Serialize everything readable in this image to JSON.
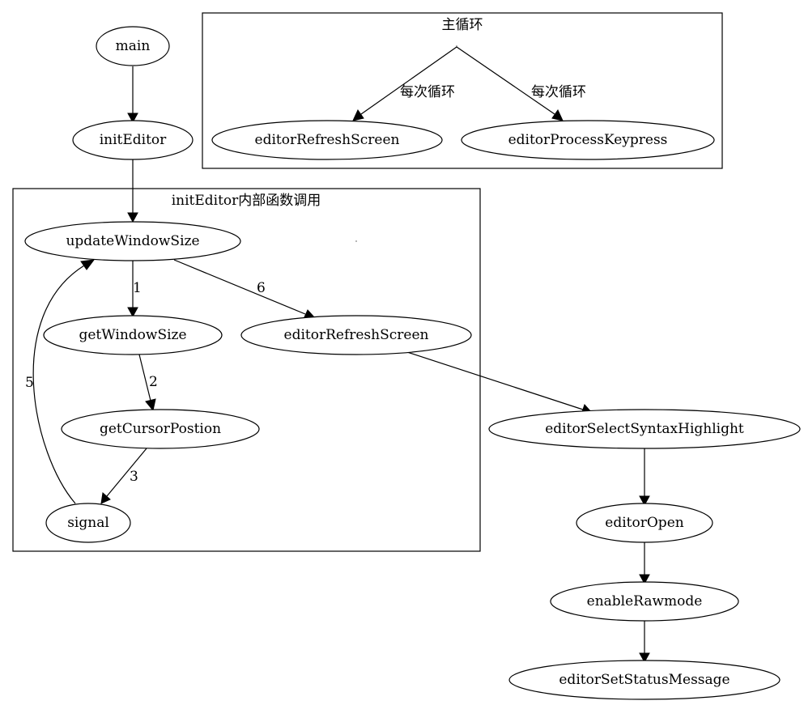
{
  "clusters": {
    "main_loop": "主循环",
    "init_internal": "initEditor内部函数调用"
  },
  "nodes": {
    "main": "main",
    "initEditor": "initEditor",
    "loop_refresh": "editorRefreshScreen",
    "loop_keypress": "editorProcessKeypress",
    "updateWindowSize": "updateWindowSize",
    "getWindowSize": "getWindowSize",
    "editorRefreshScreen": "editorRefreshScreen",
    "getCursorPostion": "getCursorPostion",
    "signal": "signal",
    "editorSelectSyntaxHighlight": "editorSelectSyntaxHighlight",
    "editorOpen": "editorOpen",
    "enableRawmode": "enableRawmode",
    "editorSetStatusMessage": "editorSetStatusMessage"
  },
  "edge_labels": {
    "loop_to_refresh": "每次循环",
    "loop_to_keypress": "每次循环",
    "update_to_getwin": "1",
    "getwin_to_cursor": "2",
    "cursor_to_signal": "3",
    "signal_to_update": "5",
    "update_to_refresh": "6"
  }
}
